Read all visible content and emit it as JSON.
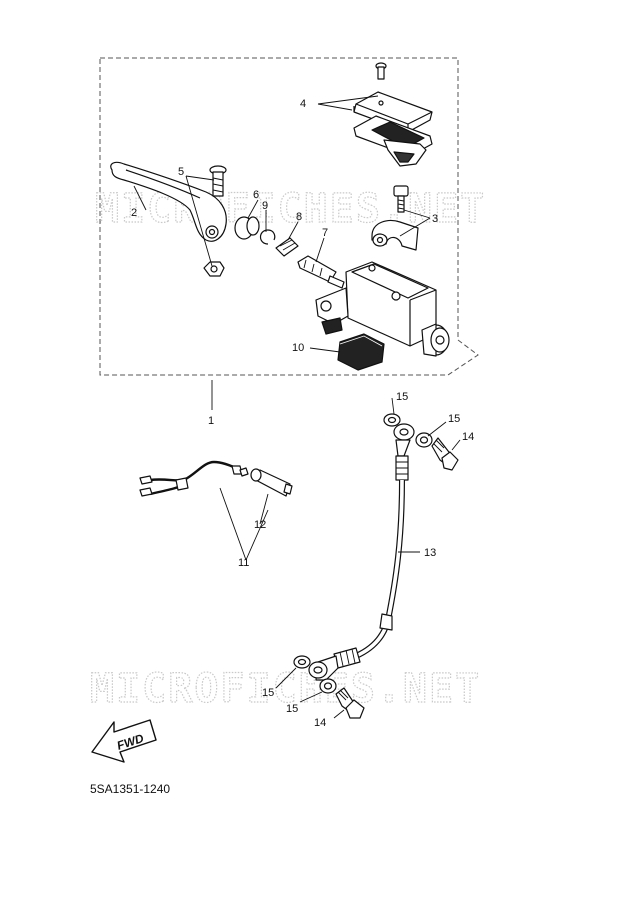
{
  "watermark": "MICROFICHES.NET",
  "diagram_code": "5SA1351-1240",
  "direction_label": "FWD",
  "callouts": {
    "c1": "1",
    "c2": "2",
    "c3": "3",
    "c4": "4",
    "c5": "5",
    "c6": "6",
    "c7": "7",
    "c8": "8",
    "c9": "9",
    "c10": "10",
    "c11": "11",
    "c12": "12",
    "c13": "13",
    "c14a": "14",
    "c14b": "14",
    "c15a": "15",
    "c15b": "15",
    "c15c": "15",
    "c15d": "15"
  }
}
